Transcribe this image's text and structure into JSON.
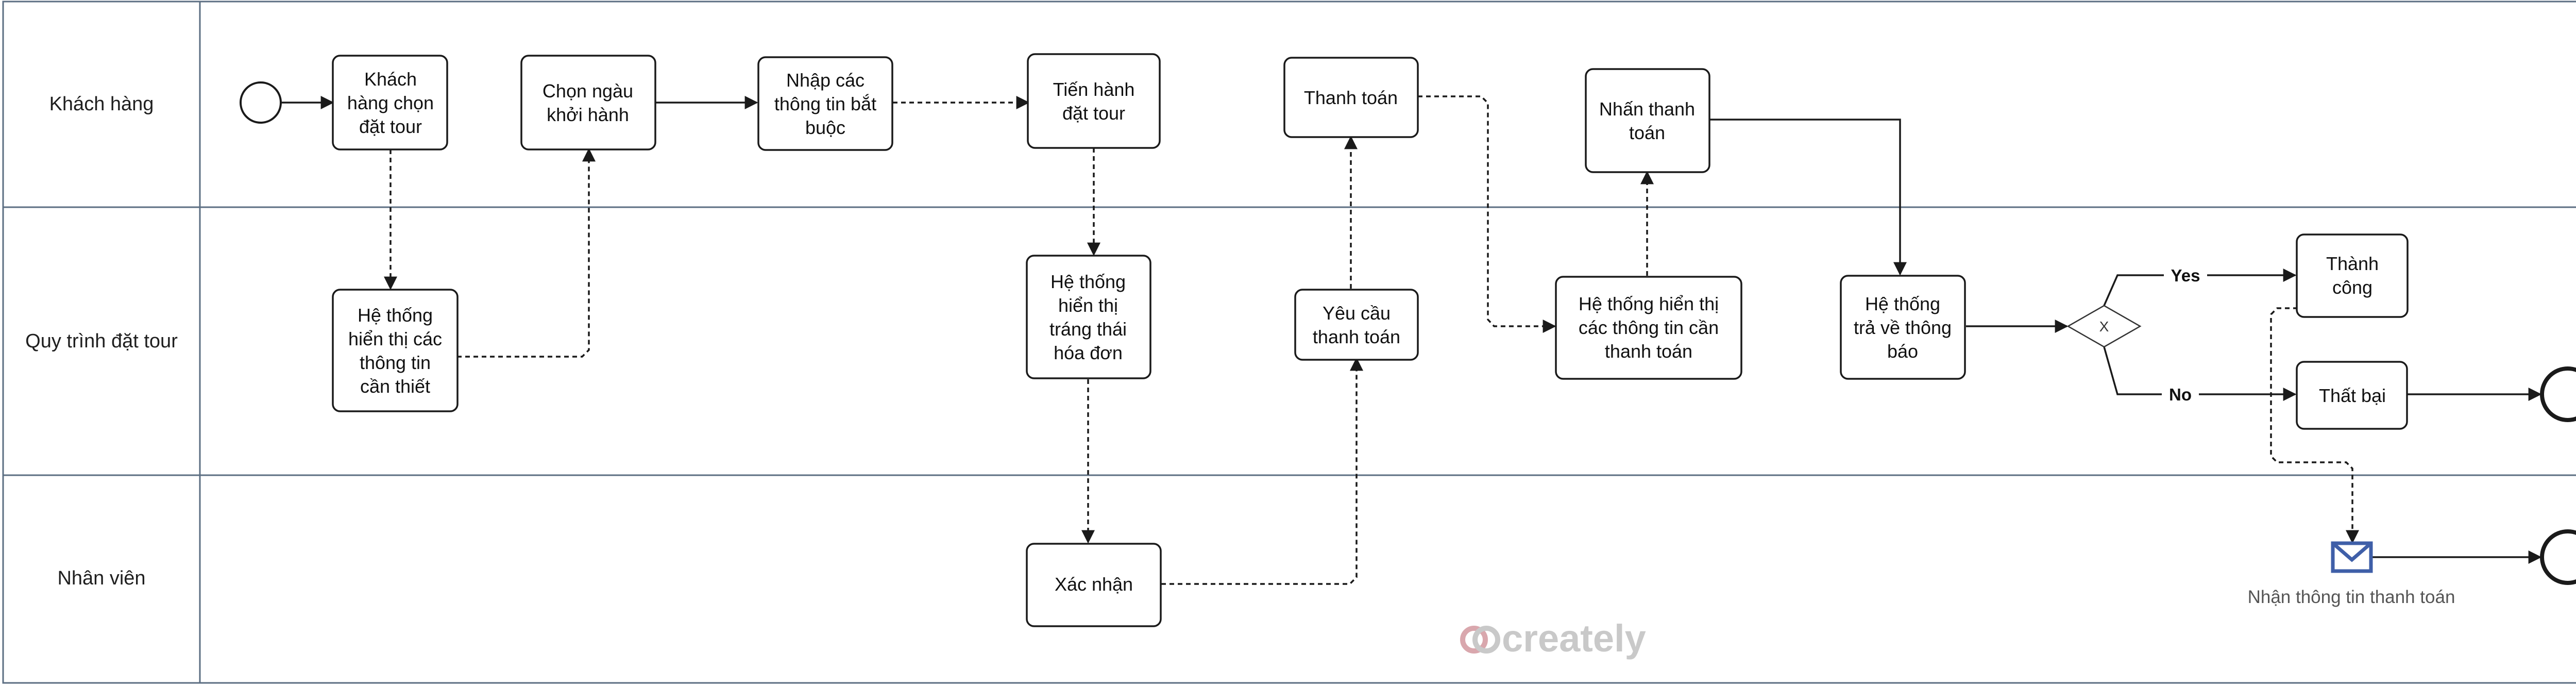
{
  "lanes": [
    {
      "id": "lane-khach-hang",
      "label": "Khách hàng"
    },
    {
      "id": "lane-quy-trinh",
      "label": "Quy trình đặt tour"
    },
    {
      "id": "lane-nhan-vien",
      "label": "Nhân viên"
    }
  ],
  "tasks": {
    "khach_hang_chon": [
      "Khách",
      "hàng chọn",
      "đặt tour"
    ],
    "chon_ngay": [
      "Chọn ngàu",
      "khởi hành"
    ],
    "nhap_thong_tin": [
      "Nhập các",
      "thông tin bắt",
      "buộc"
    ],
    "tien_hanh": [
      "Tiến hành",
      "đặt tour"
    ],
    "thanh_toan": [
      "Thanh toán"
    ],
    "nhan_thanh_toan": [
      "Nhấn thanh",
      "toán"
    ],
    "he_thong_hien_thi_1": [
      "Hệ thống",
      "hiển thị các",
      "thông tin",
      "cần thiết"
    ],
    "he_thong_trang_thai": [
      "Hệ thống",
      "hiển thị",
      "tráng thái",
      "hóa đơn"
    ],
    "yeu_cau": [
      "Yêu cầu",
      "thanh toán"
    ],
    "he_thong_hien_thi_2": [
      "Hệ thống hiển thị",
      "các thông tin cần",
      "thanh toán"
    ],
    "he_thong_tra_ve": [
      "Hệ thống",
      "trả về thông",
      "báo"
    ],
    "thanh_cong": [
      "Thành",
      "công"
    ],
    "that_bai": [
      "Thất bại"
    ],
    "xac_nhan": [
      "Xác nhận"
    ]
  },
  "gateway_label": "X",
  "edge_labels": {
    "yes": "Yes",
    "no": "No"
  },
  "message_event_label": "Nhận thông tin thanh toán",
  "watermark": "creately",
  "colors": {
    "lane_border": "#5b6e82",
    "shape_stroke": "#1a1a1a",
    "message_icon": "#3f5fa8",
    "watermark": "#c9c9c9"
  },
  "icons": {
    "message_event": "envelope-icon",
    "watermark_logo": "creately-logo-icon"
  }
}
